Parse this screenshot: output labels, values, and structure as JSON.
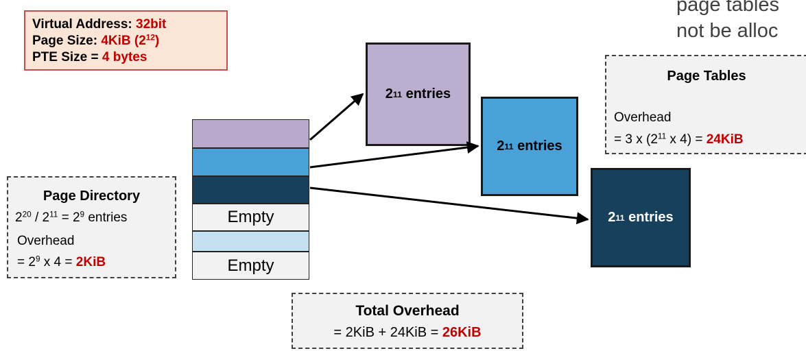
{
  "corner_note": {
    "line1": "page tables",
    "line2": "not be alloc"
  },
  "params": {
    "va_label": "Virtual Address: ",
    "va_value": "32bit",
    "page_label": "Page Size: ",
    "page_value": "4KiB (2",
    "page_exp": "12",
    "page_close": ")",
    "pte_label": "PTE Size = ",
    "pte_value": "4 bytes"
  },
  "page_tables": {
    "title": "Page Tables",
    "overhead_label": "Overhead",
    "formula_pre": "= 3 x (2",
    "formula_exp": "11",
    "formula_post": " x 4) = ",
    "result": "24KiB"
  },
  "page_directory": {
    "title": "Page Directory",
    "entries_a": "2",
    "entries_a_exp": "20",
    "entries_sep": " / 2",
    "entries_b_exp": "11",
    "entries_eq": " = 2",
    "entries_c_exp": "9",
    "entries_suffix": " entries",
    "overhead_label": "Overhead",
    "formula_pre": "= 2",
    "formula_exp": "9",
    "formula_post": " x 4  = ",
    "result": "2KiB"
  },
  "directory_rows": [
    "",
    "",
    "",
    "Empty",
    "",
    "Empty"
  ],
  "tables": [
    {
      "base": "2",
      "exp": "11",
      "suffix": " entries"
    },
    {
      "base": "2",
      "exp": "11",
      "suffix": " entries"
    },
    {
      "base": "2",
      "exp": "11",
      "suffix": " entries"
    }
  ],
  "total": {
    "title": "Total Overhead",
    "formula": "= 2KiB + 24KiB = ",
    "result": "26KiB"
  }
}
